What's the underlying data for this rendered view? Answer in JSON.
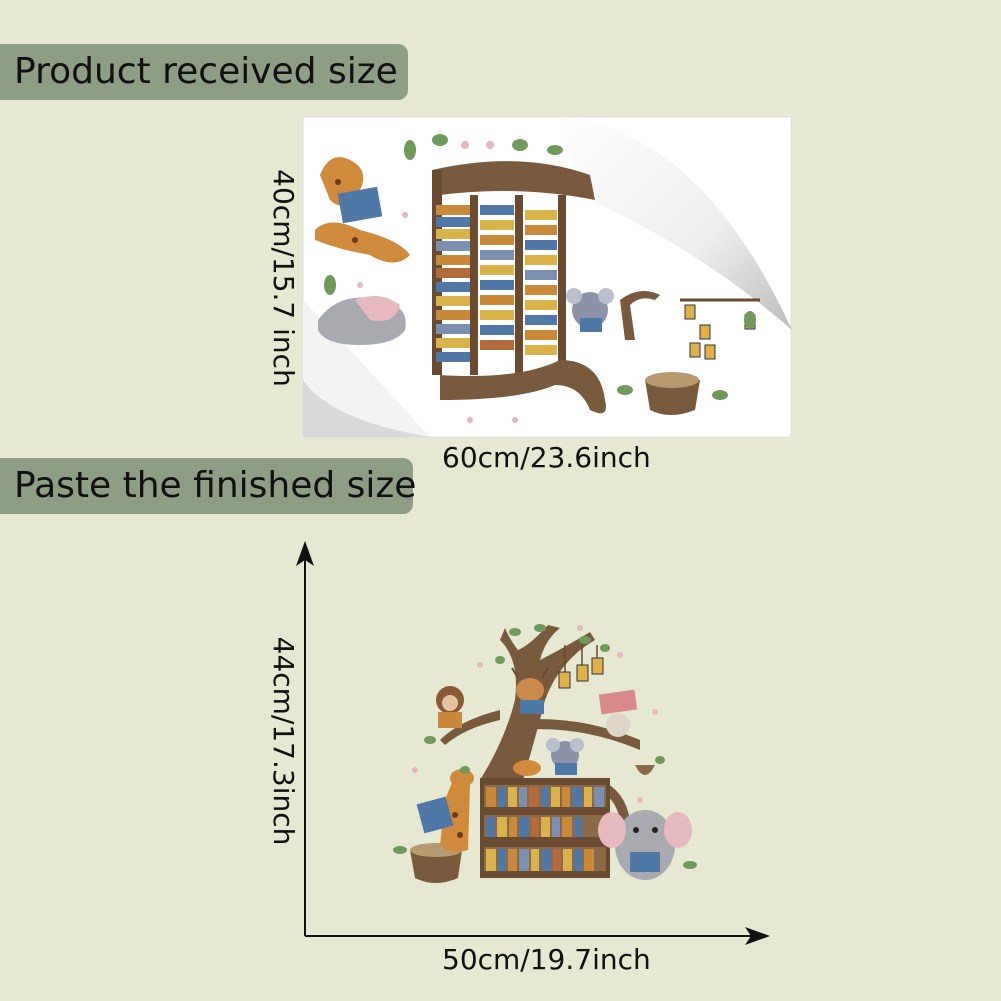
{
  "labels": {
    "received": "Product received size",
    "finished": "Paste the finished size"
  },
  "dimensions": {
    "received_width": "60cm/23.6inch",
    "received_height": "40cm/15.7 inch",
    "finished_width": "50cm/19.7inch",
    "finished_height": "44cm/17.3inch"
  },
  "colors": {
    "background": "#e6e8d2",
    "label_bg": "#8e9e84",
    "wood": "#7a5a3c",
    "sheet": "#ffffff"
  },
  "illustration": {
    "theme": "tree bookshelf with animals reading",
    "animals": [
      "giraffe-icon",
      "elephant-icon",
      "koala-icon",
      "monkey-icon",
      "deer-icon",
      "fox-icon",
      "leopard-icon"
    ]
  }
}
